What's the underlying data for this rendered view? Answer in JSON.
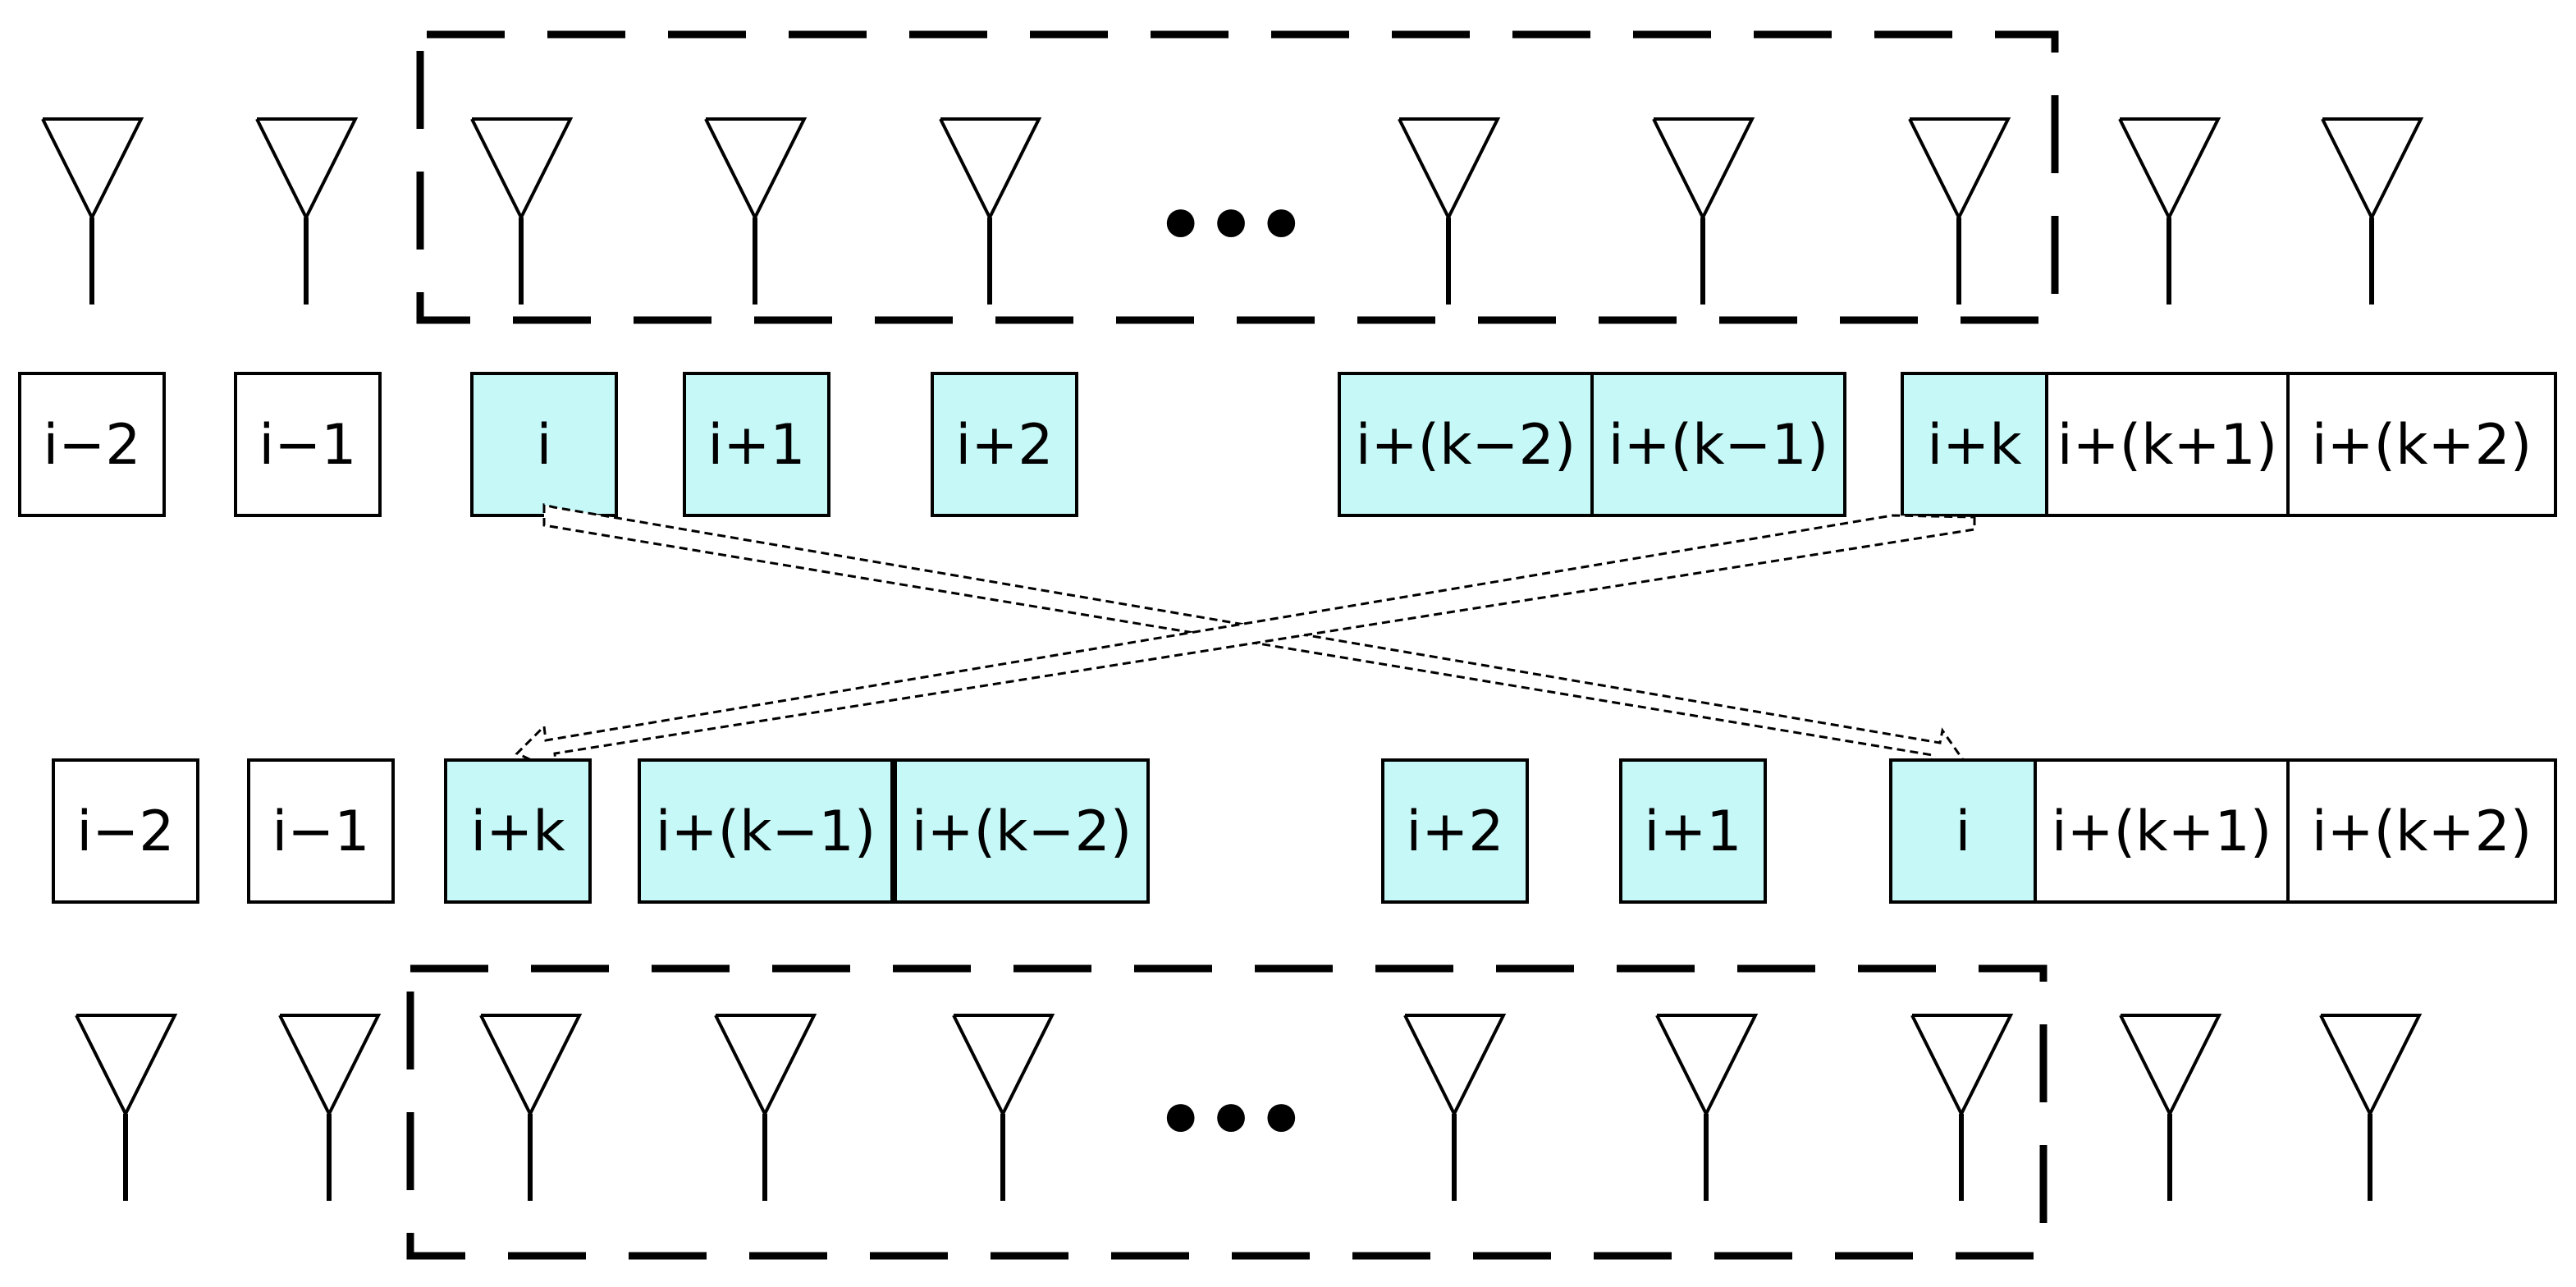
{
  "top_row": {
    "ellipsis": "•••",
    "boxes": [
      {
        "label": "i−2",
        "highlighted": false
      },
      {
        "label": "i−1",
        "highlighted": false
      },
      {
        "label": "i",
        "highlighted": true
      },
      {
        "label": "i+1",
        "highlighted": true
      },
      {
        "label": "i+2",
        "highlighted": true
      },
      {
        "label": "i+(k−2)",
        "highlighted": true
      },
      {
        "label": "i+(k−1)",
        "highlighted": true
      },
      {
        "label": "i+k",
        "highlighted": true
      },
      {
        "label": "i+(k+1)",
        "highlighted": false
      },
      {
        "label": "i+(k+2)",
        "highlighted": false
      }
    ]
  },
  "bottom_row": {
    "ellipsis": "•••",
    "boxes": [
      {
        "label": "i−2",
        "highlighted": false
      },
      {
        "label": "i−1",
        "highlighted": false
      },
      {
        "label": "i+k",
        "highlighted": true
      },
      {
        "label": "i+(k−1)",
        "highlighted": true
      },
      {
        "label": "i+(k−2)",
        "highlighted": true
      },
      {
        "label": "i+2",
        "highlighted": true
      },
      {
        "label": "i+1",
        "highlighted": true
      },
      {
        "label": "i",
        "highlighted": true
      },
      {
        "label": "i+(k+1)",
        "highlighted": false
      },
      {
        "label": "i+(k+2)",
        "highlighted": false
      }
    ]
  },
  "colors": {
    "highlight": "#c6f8f8",
    "plain": "#ffffff",
    "stroke": "#000000"
  }
}
